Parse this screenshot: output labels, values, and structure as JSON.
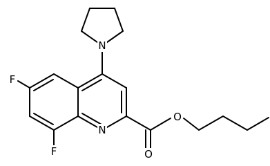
{
  "molecule": {
    "atoms": {
      "n_pyrrolidine": "N",
      "n_ring": "N",
      "f_top": "F",
      "f_bottom": "F",
      "o_ester": "O",
      "o_carbonyl": "O"
    }
  }
}
